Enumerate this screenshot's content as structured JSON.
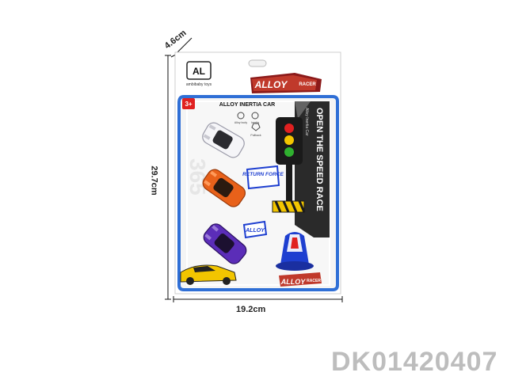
{
  "dimensions": {
    "depth": "4.6cm",
    "height": "29.7cm",
    "width": "19.2cm"
  },
  "package": {
    "brand_name": "ambibaby toys",
    "logo_mark": "AL",
    "headline": "ALLOY INERTIA CAR",
    "age_badge": "3+",
    "side_banner": "OPEN THE SPEED RACE",
    "side_subtitle": "Alloy Inertia Car",
    "return_force_label": "RETURN FORCE",
    "alloy_label": "ALLOY",
    "bottom_logo": "ALLOY",
    "bottom_logo_sub": "RACER",
    "top_logo": "ALLOY",
    "top_logo_sub": "RACER",
    "feature_labels": [
      "Alloy body",
      "Inertia",
      "Pullback"
    ]
  },
  "product_code": "DK01420407",
  "colors": {
    "package_border": "#2f6fd6",
    "tray_background": "#f4f4f4",
    "side_panel": "#2a2a2a",
    "car_white": "#e8e8ee",
    "car_orange": "#e8611a",
    "car_purple": "#5b2db8",
    "cone_blue": "#1e3fd0",
    "traffic_light": "#1a1a1a"
  }
}
